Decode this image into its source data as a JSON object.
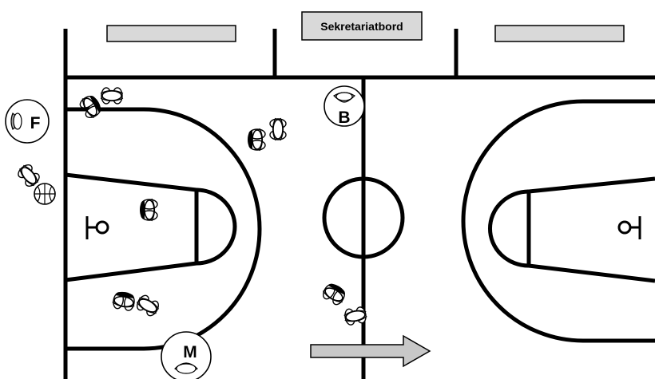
{
  "table": {
    "label": "Sekretariatbord"
  },
  "referees": [
    {
      "id": "ref-f",
      "label": "F"
    },
    {
      "id": "ref-b",
      "label": "B"
    },
    {
      "id": "ref-m",
      "label": "M"
    }
  ],
  "colors": {
    "line": "#000000",
    "bench_fill": "#d9d9d9",
    "arrow_fill": "#c8c8c8",
    "player_shade": "#a6a6a6",
    "background": "#ffffff"
  },
  "icons": {
    "player": "player-top-view-icon",
    "ball": "basketball-icon",
    "direction": "arrow-right-icon",
    "basket": "basket-icon"
  }
}
